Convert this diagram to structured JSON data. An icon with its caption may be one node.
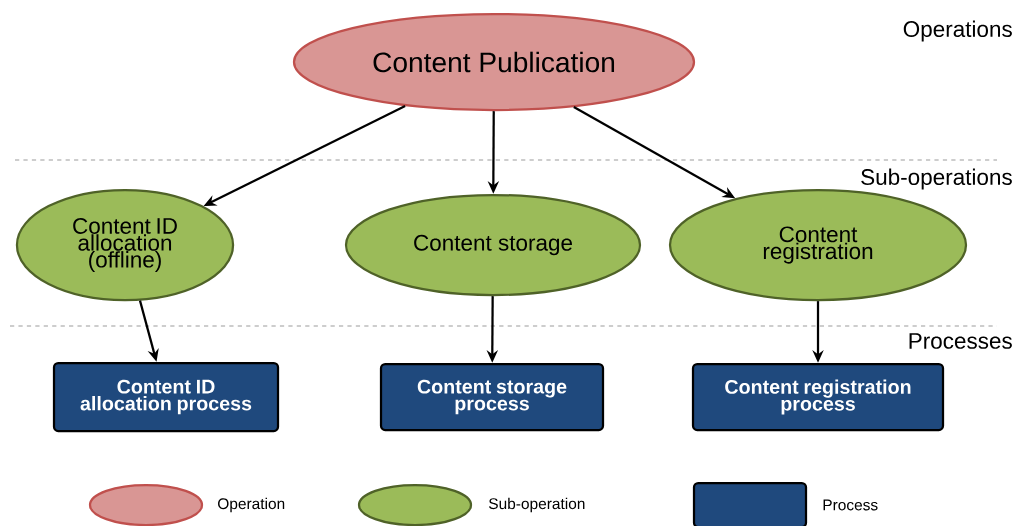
{
  "diagram": {
    "nodes": [
      {
        "text": [
          "Content Publication"
        ]
      },
      {
        "text": [
          "Content ID allocation (offline)"
        ]
      },
      {
        "text": [
          "Content storage"
        ]
      },
      {
        "text": [
          "Content registration"
        ]
      },
      {
        "text": [
          "Content ID allocation process"
        ]
      },
      {
        "text": [
          "Content storage process"
        ]
      },
      {
        "text": [
          "Content registration process"
        ]
      }
    ],
    "edges": [
      {
        "from": 0,
        "to": 1,
        "arrow": "to"
      },
      {
        "from": 0,
        "to": 2,
        "arrow": "to"
      },
      {
        "from": 0,
        "to": 3,
        "arrow": "to"
      },
      {
        "from": 1,
        "to": 4,
        "arrow": "to"
      },
      {
        "from": 2,
        "to": 5,
        "arrow": "to"
      },
      {
        "from": 3,
        "to": 6,
        "arrow": "to"
      }
    ],
    "labels": [
      "Operations",
      "Sub-operations",
      "Processes"
    ],
    "legend": [
      {
        "text": "Operation",
        "color": "#d99694"
      },
      {
        "text": "Sub-operation",
        "color": "#9bbb59"
      },
      {
        "text": "Process",
        "color": "#1f497d"
      }
    ]
  }
}
